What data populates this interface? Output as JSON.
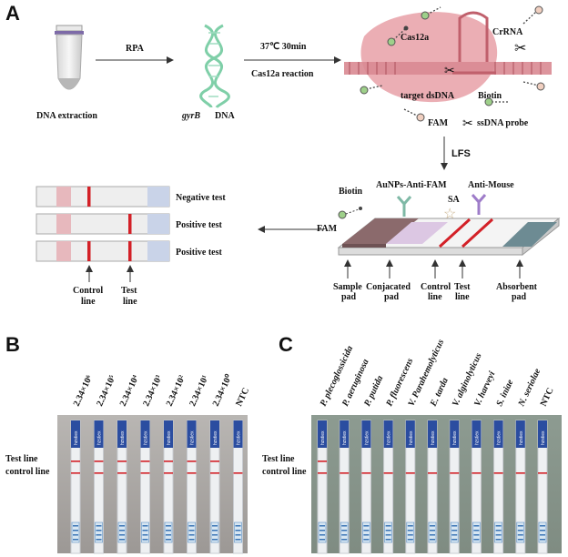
{
  "panel_a": {
    "letter": "A",
    "dna_extraction": "DNA extraction",
    "rpa": "RPA",
    "gyrb": "gyrB",
    "gyrb_dna": "DNA",
    "temp": "37℃ 30min",
    "cas12a_reaction": "Cas12a reaction",
    "cas12a": "Cas12a",
    "crrna": "CrRNA",
    "target": "target dsDNA",
    "biotin": "Biotin",
    "fam": "FAM",
    "ssdna": "ssDNA probe",
    "lfs": "LFS",
    "negative": "Negative test",
    "positive1": "Positive test",
    "positive2": "Positive test",
    "control_line_1": "Control",
    "control_line_2": "line",
    "test_line_1": "Test",
    "test_line_2": "line",
    "strip_biotin": "Biotin",
    "aunps": "AuNPs-Anti-FAM",
    "sa": "SA",
    "anti_mouse": "Anti-Mouse",
    "strip_fam": "FAM",
    "sample_pad_1": "Sample",
    "sample_pad_2": "pad",
    "conj_pad_1": "Conjacated",
    "conj_pad_2": "pad",
    "ctrl_1": "Control",
    "ctrl_2": "line",
    "test_1": "Test",
    "test_2": "line",
    "abs_1": "Absorbent",
    "abs_2": "pad"
  },
  "panel_b": {
    "letter": "B",
    "labels": [
      "2.34×10⁶",
      "2.34×10⁵",
      "2.34×10⁴",
      "2.34×10³",
      "2.34×10²",
      "2.34×10¹",
      "2.34×10⁰",
      "NTC"
    ],
    "test_line": "Test line",
    "control_line": "control line",
    "strip_text": "hzstiex",
    "test_present": [
      true,
      true,
      true,
      true,
      true,
      true,
      true,
      false
    ]
  },
  "panel_c": {
    "letter": "C",
    "labels": [
      "P. plecoglossicida",
      "P. aeruginosa",
      "P. putida",
      "P. fluorescens",
      "V. Parahemolyticus",
      "E. tarda",
      "V. alginolyticus",
      "V. harveyi",
      "S. iniae",
      "N. seriolae",
      "NTC"
    ],
    "test_line": "Test line",
    "control_line": "control line",
    "strip_text": "hzstiex",
    "test_present": [
      true,
      false,
      false,
      false,
      false,
      false,
      false,
      false,
      false,
      false,
      false
    ]
  },
  "colors": {
    "strip_red": "#d32027",
    "pad_pink": "#e7b8bd",
    "pad_blue": "#c9d3e8",
    "brown_pad": "#8b6a6c",
    "conj_pad": "#dcc7e3",
    "absorbent": "#6d8b93",
    "cas12a_pink": "#e8a0a7",
    "dna_green": "#7fcfa8"
  }
}
